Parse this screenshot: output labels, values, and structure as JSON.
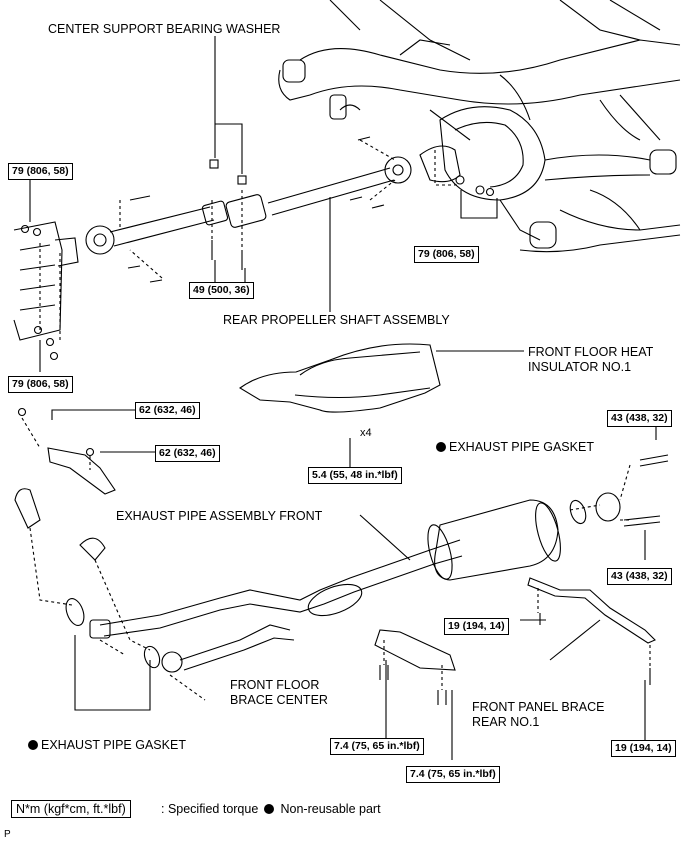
{
  "labels": {
    "center_support_bearing_washer": "CENTER SUPPORT BEARING WASHER",
    "rear_propeller_shaft_assembly": "REAR PROPELLER SHAFT ASSEMBLY",
    "front_floor_heat_insulator_l1": "FRONT FLOOR HEAT",
    "front_floor_heat_insulator_l2": "INSULATOR NO.1",
    "exhaust_pipe_gasket_top": "EXHAUST PIPE GASKET",
    "exhaust_pipe_assembly_front": "EXHAUST PIPE ASSEMBLY FRONT",
    "front_floor_brace_center_l1": "FRONT FLOOR",
    "front_floor_brace_center_l2": "BRACE CENTER",
    "front_panel_brace_rear_l1": "FRONT PANEL BRACE",
    "front_panel_brace_rear_l2": "REAR NO.1",
    "exhaust_pipe_gasket_bottom": "EXHAUST PIPE GASKET",
    "x4": "x4",
    "corner_mark": "P"
  },
  "torques": {
    "t79_a": "79 (806, 58)",
    "t79_b": "79 (806, 58)",
    "t79_c": "79 (806, 58)",
    "t49": "49 (500, 36)",
    "t62_a": "62 (632, 46)",
    "t62_b": "62 (632, 46)",
    "t54": "5.4 (55, 48 in.*lbf)",
    "t43_a": "43 (438, 32)",
    "t43_b": "43 (438, 32)",
    "t19_a": "19 (194, 14)",
    "t19_b": "19 (194, 14)",
    "t74_a": "7.4 (75, 65 in.*lbf)",
    "t74_b": "7.4 (75, 65 in.*lbf)"
  },
  "legend": {
    "unit_box": "N*m (kgf*cm, ft.*lbf)",
    "specified_torque": ": Specified torque",
    "non_reusable": "Non-reusable part"
  },
  "colors": {
    "ink": "#000000",
    "paper": "#ffffff"
  }
}
